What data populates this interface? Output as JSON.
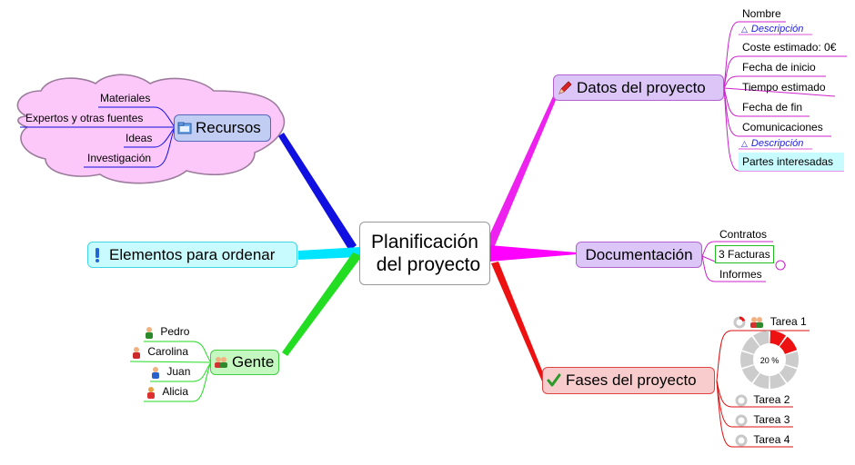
{
  "central": {
    "line1": "Planificación",
    "line2": "del proyecto"
  },
  "recursos": {
    "title": "Recursos",
    "icon": "folder-icon",
    "items": [
      "Materiales",
      "Expertos y otras fuentes",
      "Ideas",
      "Investigación"
    ]
  },
  "elementos": {
    "title": "Elementos para ordenar",
    "icon": "exclamation-icon"
  },
  "gente": {
    "title": "Gente",
    "icon": "people-icon",
    "items": [
      "Pedro",
      "Carolina",
      "Juan",
      "Alicia"
    ]
  },
  "datos": {
    "title": "Datos del proyecto",
    "icon": "pencil-icon",
    "items": [
      "Nombre",
      "Coste estimado: 0€",
      "Fecha de inicio",
      "Tiempo estimado",
      "Fecha de fin",
      "Comunicaciones",
      "Partes interesadas"
    ],
    "note1": "Descripción",
    "note2": "Descripción"
  },
  "documentacion": {
    "title": "Documentación",
    "items": [
      "Contratos",
      "3 Facturas",
      "Informes"
    ]
  },
  "fases": {
    "title": "Fases del proyecto",
    "icon": "checkmark-icon",
    "items": [
      "Tarea 1",
      "Tarea 2",
      "Tarea 3",
      "Tarea 4"
    ],
    "progress_label": "20 %",
    "progress_fraction": 0.2
  },
  "colors": {
    "recursos": "#1010e0",
    "elementos": "#00e5ff",
    "gente": "#22dd22",
    "datos": "#ee22ee",
    "documentacion": "#ff00ff",
    "fases": "#ee1111"
  }
}
